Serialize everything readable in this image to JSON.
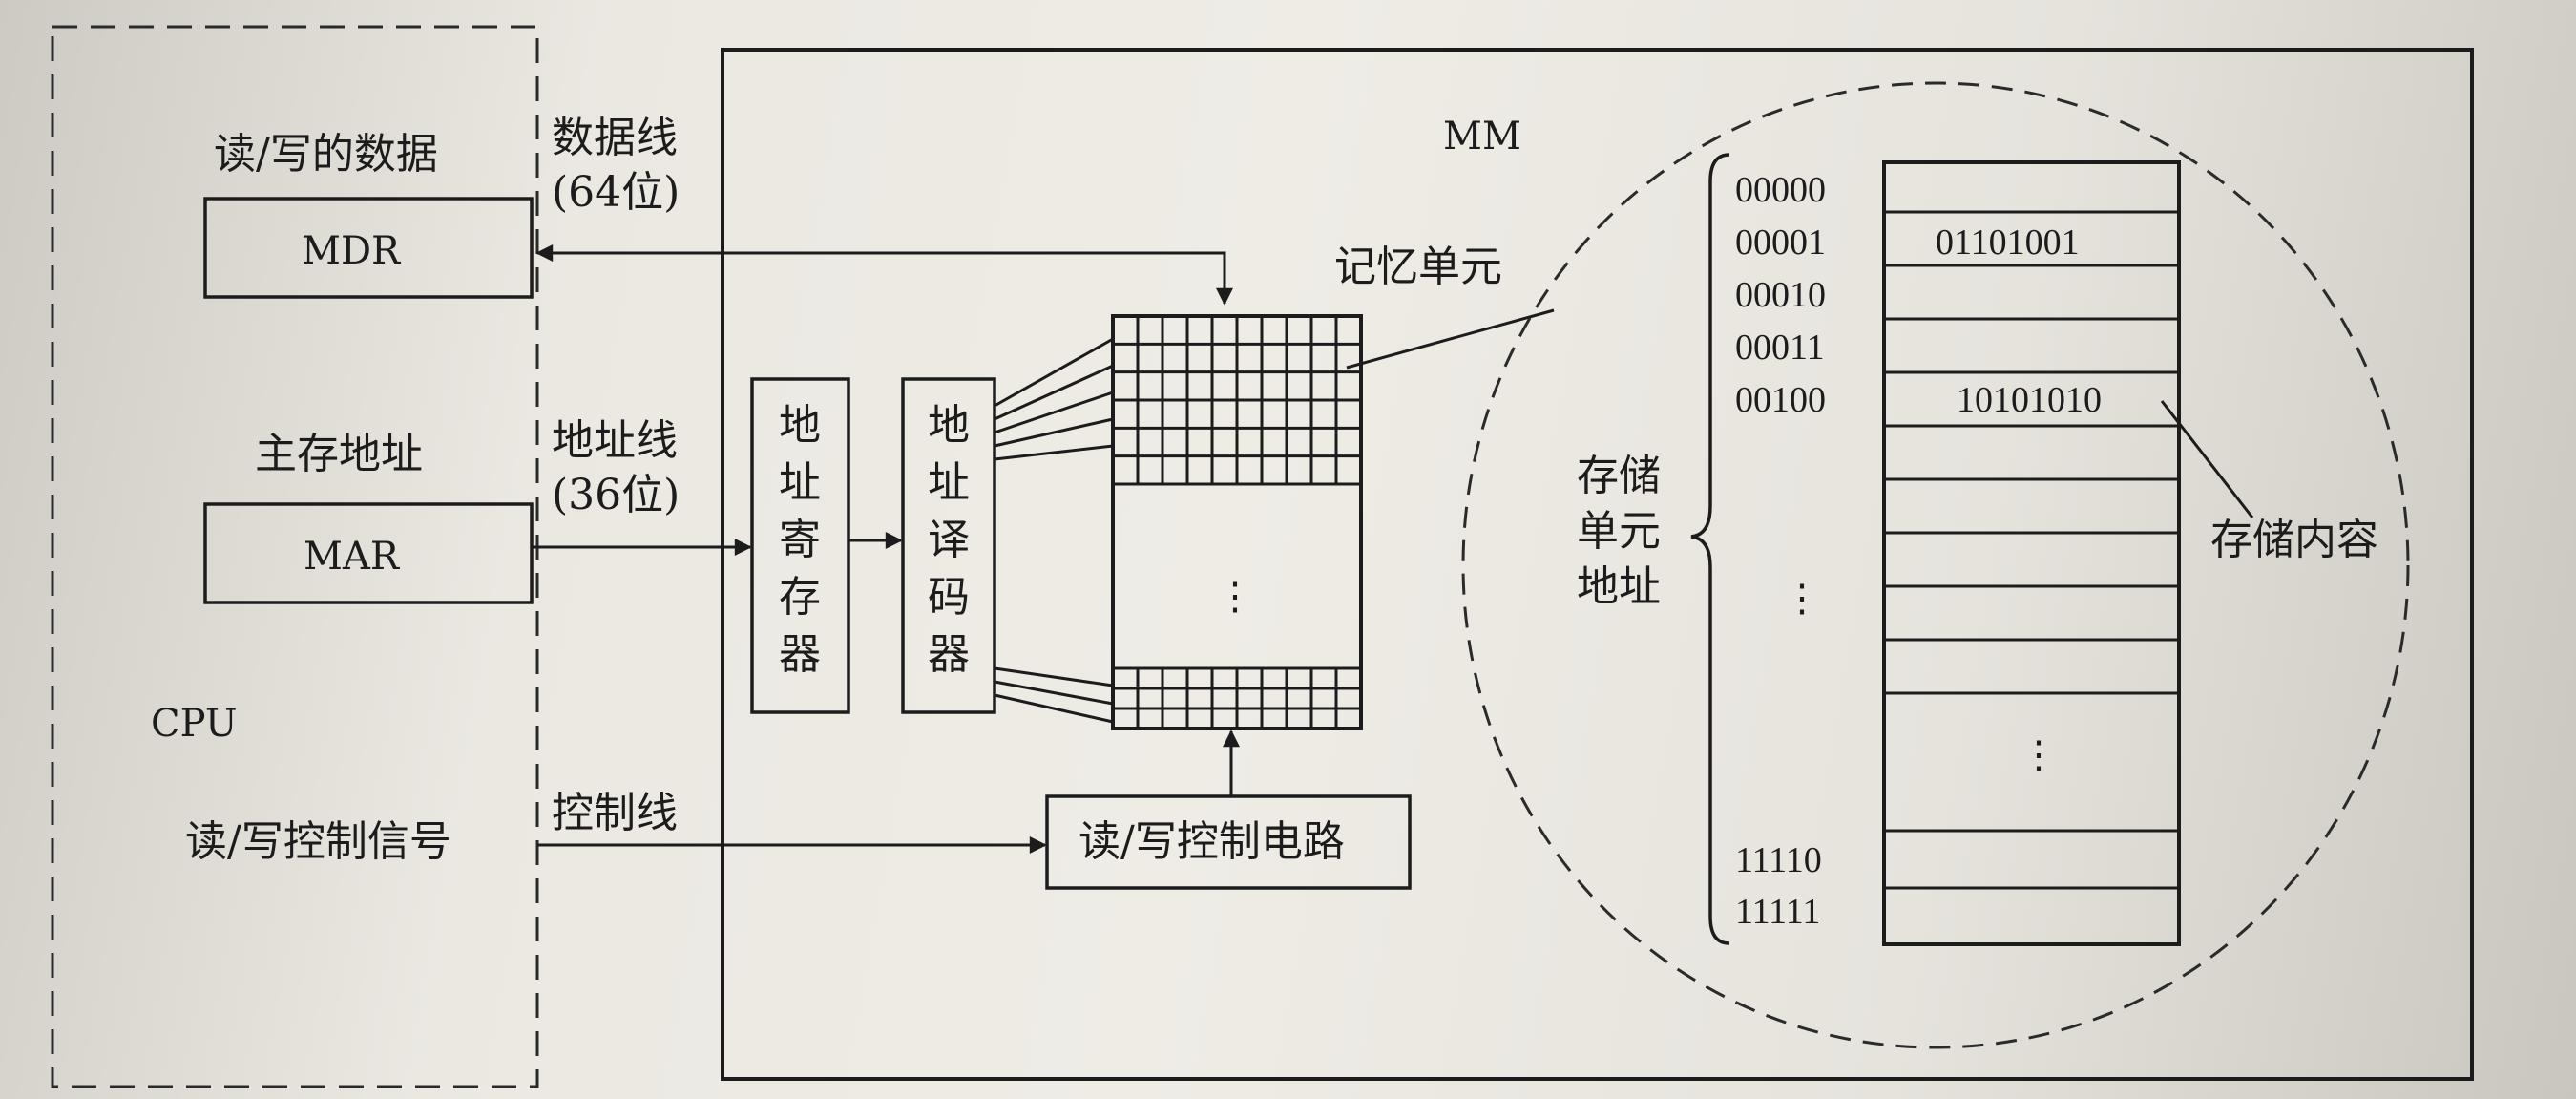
{
  "cpu": {
    "label": "CPU",
    "rw_data_label": "读/写的数据",
    "mdr_label": "MDR",
    "main_addr_label": "主存地址",
    "mar_label": "MAR",
    "rw_control_signal_label": "读/写控制信号"
  },
  "buses": {
    "data_bus_line1": "数据线",
    "data_bus_line2": "(64位)",
    "address_bus_line1": "地址线",
    "address_bus_line2": "(36位)",
    "control_bus": "控制线"
  },
  "mm": {
    "label": "MM",
    "address_register": [
      "地",
      "址",
      "寄",
      "存",
      "器"
    ],
    "address_decoder": [
      "地",
      "址",
      "译",
      "码",
      "器"
    ],
    "memory_cell_label": "记忆单元",
    "array_ellipsis": "⋮",
    "rw_control_circuit": "读/写控制电路"
  },
  "detail": {
    "addresses_top": [
      "00000",
      "00001",
      "00010",
      "00011",
      "00100"
    ],
    "addresses_bottom": [
      "11110",
      "11111"
    ],
    "addr_ellipsis": "⋮",
    "cell_ellipsis": "⋮",
    "contents": [
      {
        "address": "00001",
        "value": "01101001"
      },
      {
        "address": "00100",
        "value": "10101010"
      }
    ],
    "unit_address_label": [
      "存储",
      "单元",
      "地址"
    ],
    "content_label": "存储内容"
  },
  "colors": {
    "ink": "#1c1c1c",
    "paper": "#ebe8e2"
  }
}
